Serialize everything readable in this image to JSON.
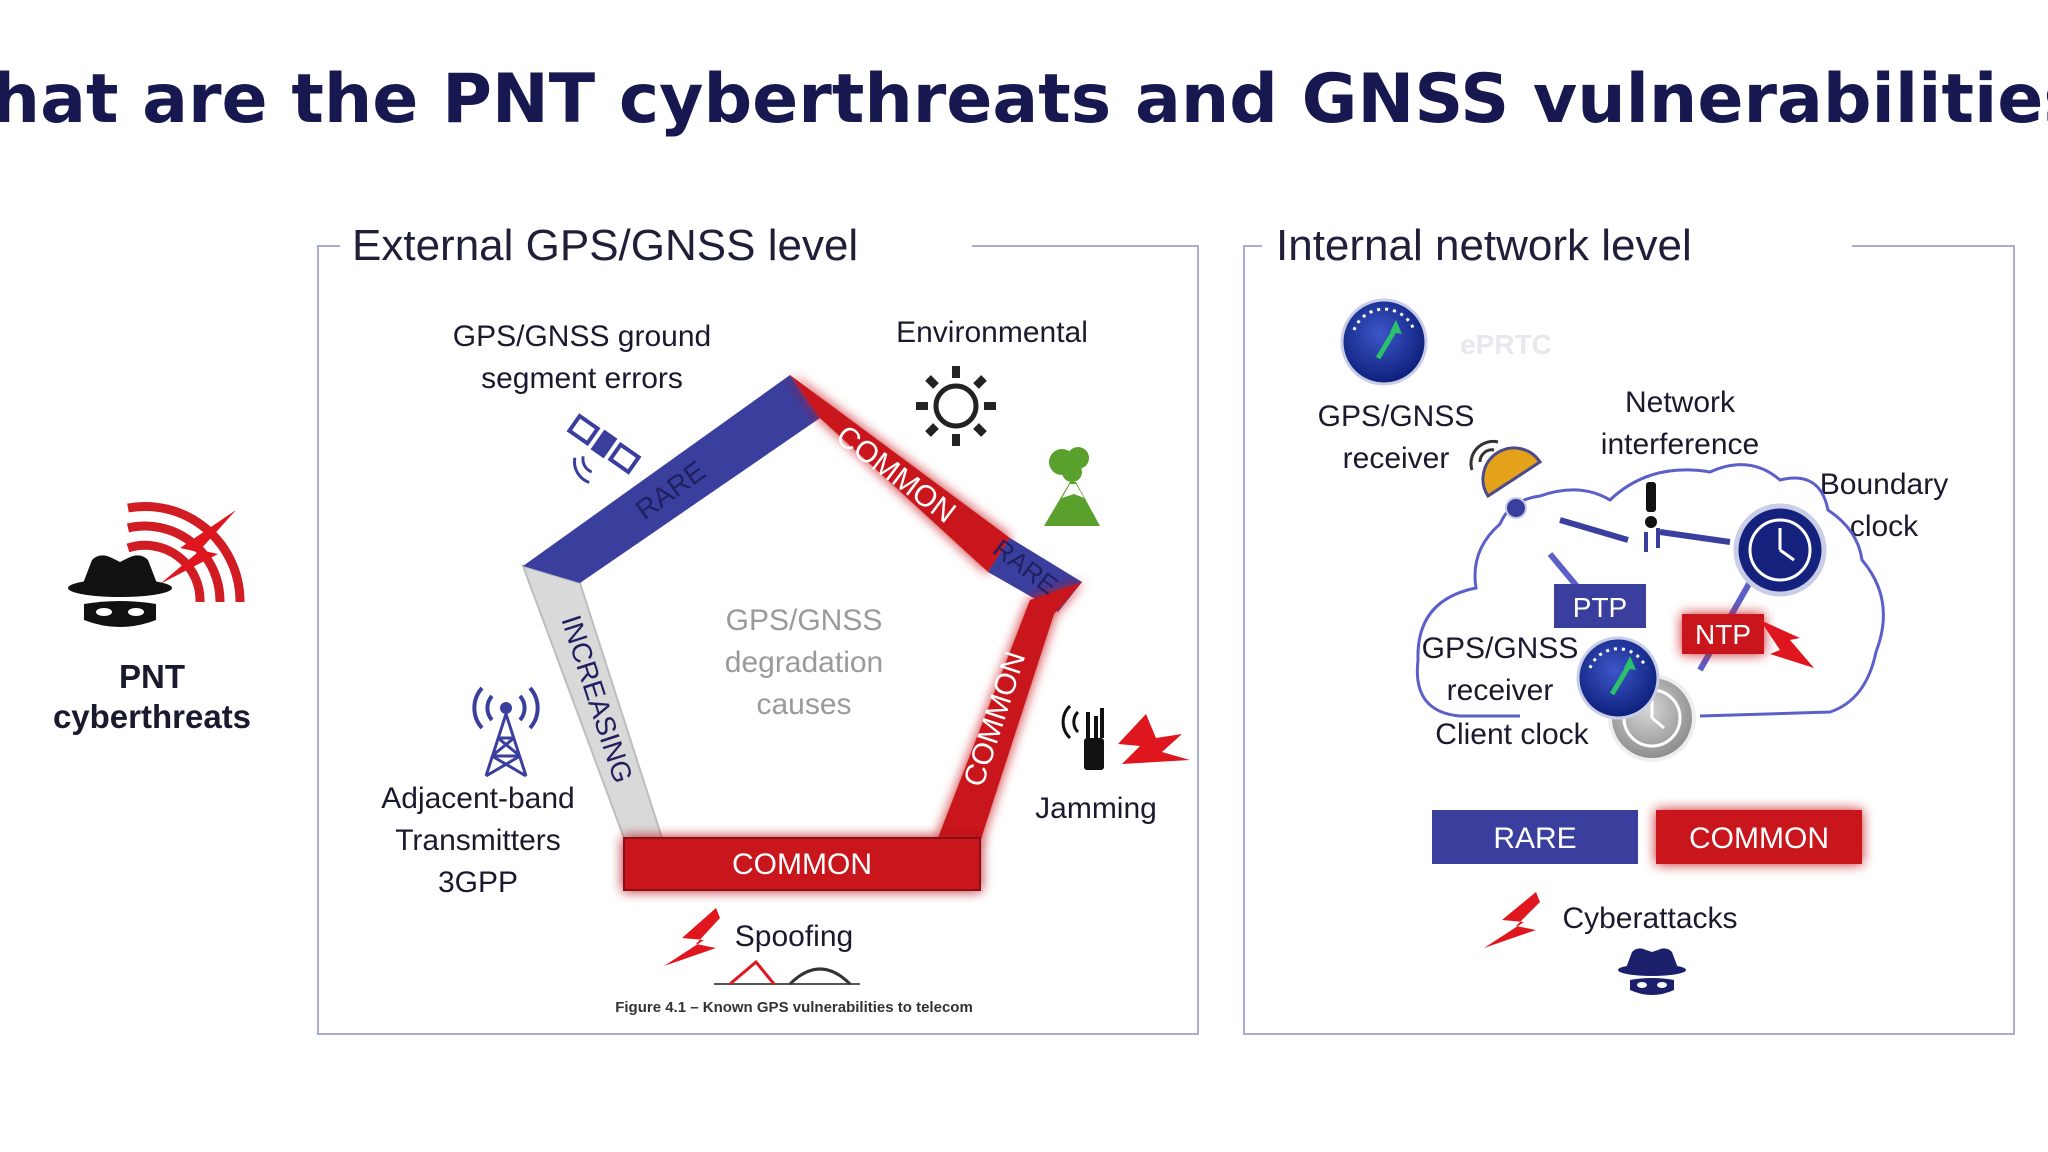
{
  "title": "What are the PNT cyberthreats and GNSS vulnerabilities?",
  "left_figure": {
    "icon": "hacker-icon",
    "label_line1": "PNT",
    "label_line2": "cyberthreats"
  },
  "external_panel": {
    "title": "External GPS/GNSS level",
    "center_line1": "GPS/GNSS",
    "center_line2": "degradation",
    "center_line3": "causes",
    "ground_segment_line1": "GPS/GNSS ground",
    "ground_segment_line2": "segment errors",
    "environmental": "Environmental",
    "adjacent_line1": "Adjacent-band",
    "adjacent_line2": "Transmitters",
    "adjacent_line3": "3GPP",
    "jamming": "Jamming",
    "spoofing": "Spoofing",
    "band_rare_top": "RARE",
    "band_common_top": "COMMON",
    "band_rare_right": "RARE",
    "band_common_right": "COMMON",
    "band_common_bottom": "COMMON",
    "band_increasing": "INCREASING",
    "figure_caption": "Figure 4.1 – Known GPS vulnerabilities to telecom",
    "colors": {
      "rare": "#3a3f9e",
      "common": "#c8141b",
      "increasing": "#d9d9d9"
    }
  },
  "internal_panel": {
    "title": "Internal network level",
    "eprtc": "ePRTC",
    "gnss_receiver_line1": "GPS/GNSS",
    "gnss_receiver_line2": "receiver",
    "network_line1": "Network",
    "network_line2": "interference",
    "boundary_line1": "Boundary",
    "boundary_line2": "clock",
    "ptp": "PTP",
    "ntp": "NTP",
    "client_line1": "GPS/GNSS",
    "client_line2": "receiver",
    "client_line3": "Client clock",
    "legend_rare": "RARE",
    "legend_common": "COMMON",
    "cyberattacks": "Cyberattacks",
    "colors": {
      "rare": "#3a3f9e",
      "common": "#c8141b",
      "cloud": "#5b5fc7"
    }
  }
}
